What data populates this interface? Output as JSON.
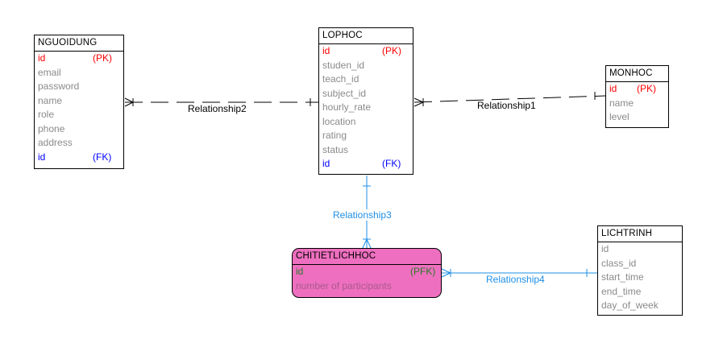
{
  "entities": {
    "nguoidung": {
      "name": "NGUOIDUNG",
      "attrs": [
        {
          "name": "id",
          "key": "(PK)"
        },
        {
          "name": "email",
          "key": ""
        },
        {
          "name": "password",
          "key": ""
        },
        {
          "name": "name",
          "key": ""
        },
        {
          "name": "role",
          "key": ""
        },
        {
          "name": "phone",
          "key": ""
        },
        {
          "name": "address",
          "key": ""
        },
        {
          "name": "id",
          "key": "(FK)"
        }
      ]
    },
    "lophoc": {
      "name": "LOPHOC",
      "attrs": [
        {
          "name": "id",
          "key": "(PK)"
        },
        {
          "name": "studen_id",
          "key": ""
        },
        {
          "name": "teach_id",
          "key": ""
        },
        {
          "name": "subject_id",
          "key": ""
        },
        {
          "name": "hourly_rate",
          "key": ""
        },
        {
          "name": "location",
          "key": ""
        },
        {
          "name": "rating",
          "key": ""
        },
        {
          "name": "status",
          "key": ""
        },
        {
          "name": "id",
          "key": "(FK)"
        }
      ]
    },
    "monhoc": {
      "name": "MONHOC",
      "attrs": [
        {
          "name": "id",
          "key": "(PK)"
        },
        {
          "name": "name",
          "key": ""
        },
        {
          "name": "level",
          "key": ""
        }
      ]
    },
    "lichtrinh": {
      "name": "LICHTRINH",
      "attrs": [
        {
          "name": "id",
          "key": ""
        },
        {
          "name": "class_id",
          "key": ""
        },
        {
          "name": "start_time",
          "key": ""
        },
        {
          "name": "end_time",
          "key": ""
        },
        {
          "name": "day_of_week",
          "key": ""
        }
      ]
    },
    "chitietlichhoc": {
      "name": "CHITIETLICHHOC",
      "attrs": [
        {
          "name": "id",
          "key": "(PFK)"
        },
        {
          "name": "number of participants",
          "key": ""
        }
      ]
    }
  },
  "relationships": {
    "r1": "Relationship1",
    "r2": "Relationship2",
    "r3": "Relationship3",
    "r4": "Relationship4"
  },
  "colors": {
    "pk": "#ff0000",
    "fk": "#0000ff",
    "attr": "#8a8a8a",
    "relationship_line_dashed": "#000000",
    "relationship_line_identifying": "#1e8fe6",
    "associative_fill": "#ee6fbf"
  }
}
